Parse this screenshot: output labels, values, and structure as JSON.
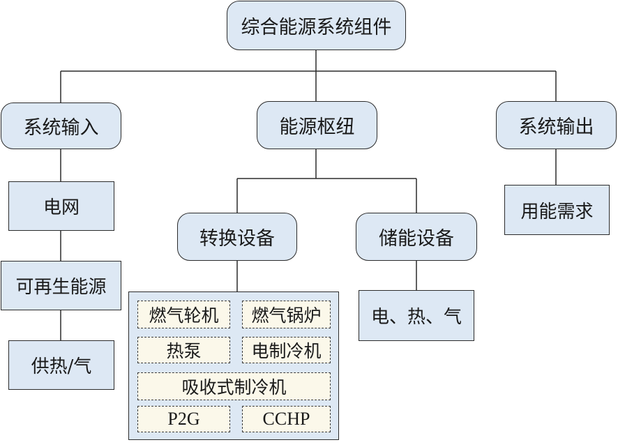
{
  "root": {
    "label": "综合能源系统组件"
  },
  "level1": {
    "input": {
      "label": "系统输入"
    },
    "hub": {
      "label": "能源枢纽"
    },
    "output": {
      "label": "系统输出"
    }
  },
  "input_items": [
    "电网",
    "可再生能源",
    "供热/气"
  ],
  "hub_children": {
    "conversion": {
      "label": "转换设备"
    },
    "storage": {
      "label": "储能设备"
    }
  },
  "conversion_devices": [
    "燃气轮机",
    "燃气锅炉",
    "热泵",
    "电制冷机",
    "吸收式制冷机",
    "P2G",
    "CCHP"
  ],
  "storage_items": {
    "label": "电、热、气"
  },
  "output_items": {
    "label": "用能需求"
  }
}
